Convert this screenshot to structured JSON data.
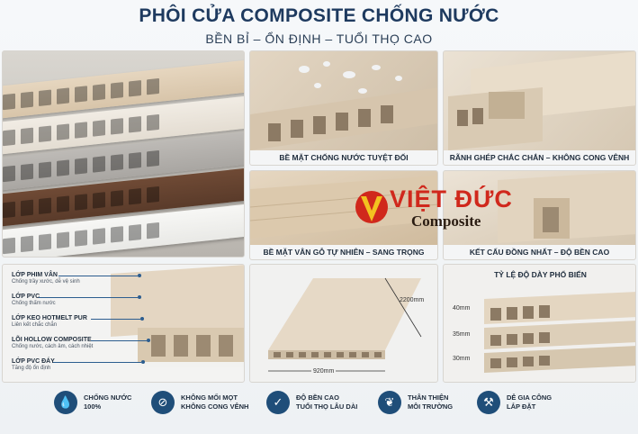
{
  "header": {
    "title": "PHÔI CỬA COMPOSITE CHỐNG NƯỚC",
    "subtitle": "BỀN BỈ – ỔN ĐỊNH – TUỔI THỌ CAO"
  },
  "panels": {
    "surface_caption": "BỀ MẶT CHỐNG NƯỚC TUYỆT ĐỐI",
    "joint_caption": "RÃNH GHÉP CHẮC CHẮN – KHÔNG CONG VÊNH",
    "wood_caption": "BỀ MẶT VÂN GỖ TỰ NHIÊN – SANG TRỌNG",
    "structure_caption": "KẾT CẤU ĐỒNG NHẤT – ĐỘ BỀN CAO"
  },
  "logo": {
    "brand": "VIỆT ĐỨC",
    "sub": "Composite"
  },
  "layers": [
    {
      "name": "LỚP PHIM VÂN",
      "desc": "Chống trầy xước, dễ vệ sinh"
    },
    {
      "name": "LỚP PVC",
      "desc": "Chống thấm nước"
    },
    {
      "name": "LỚP KEO HOTMELT PUR",
      "desc": "Liên kết chắc chắn"
    },
    {
      "name": "LÕI HOLLOW COMPOSITE",
      "desc": "Chống nước, cách âm, cách nhiệt"
    },
    {
      "name": "LỚP PVC ĐÁY",
      "desc": "Tăng độ ổn định"
    }
  ],
  "dimensions": {
    "length": "2200mm",
    "width": "920mm"
  },
  "thickness": {
    "title": "TỶ LỆ ĐỘ DÀY PHỔ BIẾN",
    "options": [
      "40mm",
      "35mm",
      "30mm"
    ]
  },
  "features": [
    {
      "icon": "water-drop-icon",
      "line1": "CHỐNG NƯỚC",
      "line2": "100%"
    },
    {
      "icon": "no-termite-icon",
      "line1": "KHÔNG MỐI MỌT",
      "line2": "KHÔNG CONG VÊNH"
    },
    {
      "icon": "shield-check-icon",
      "line1": "ĐỘ BỀN CAO",
      "line2": "TUỔI THỌ LÂU DÀI"
    },
    {
      "icon": "leaf-icon",
      "line1": "THÂN THIỆN",
      "line2": "MÔI TRƯỜNG"
    },
    {
      "icon": "tools-icon",
      "line1": "DỄ GIA CÔNG",
      "line2": "LẮP ĐẶT"
    }
  ],
  "colors": {
    "title": "#1e3a5f",
    "accent": "#1f4e79",
    "logo_red": "#d0281c"
  }
}
